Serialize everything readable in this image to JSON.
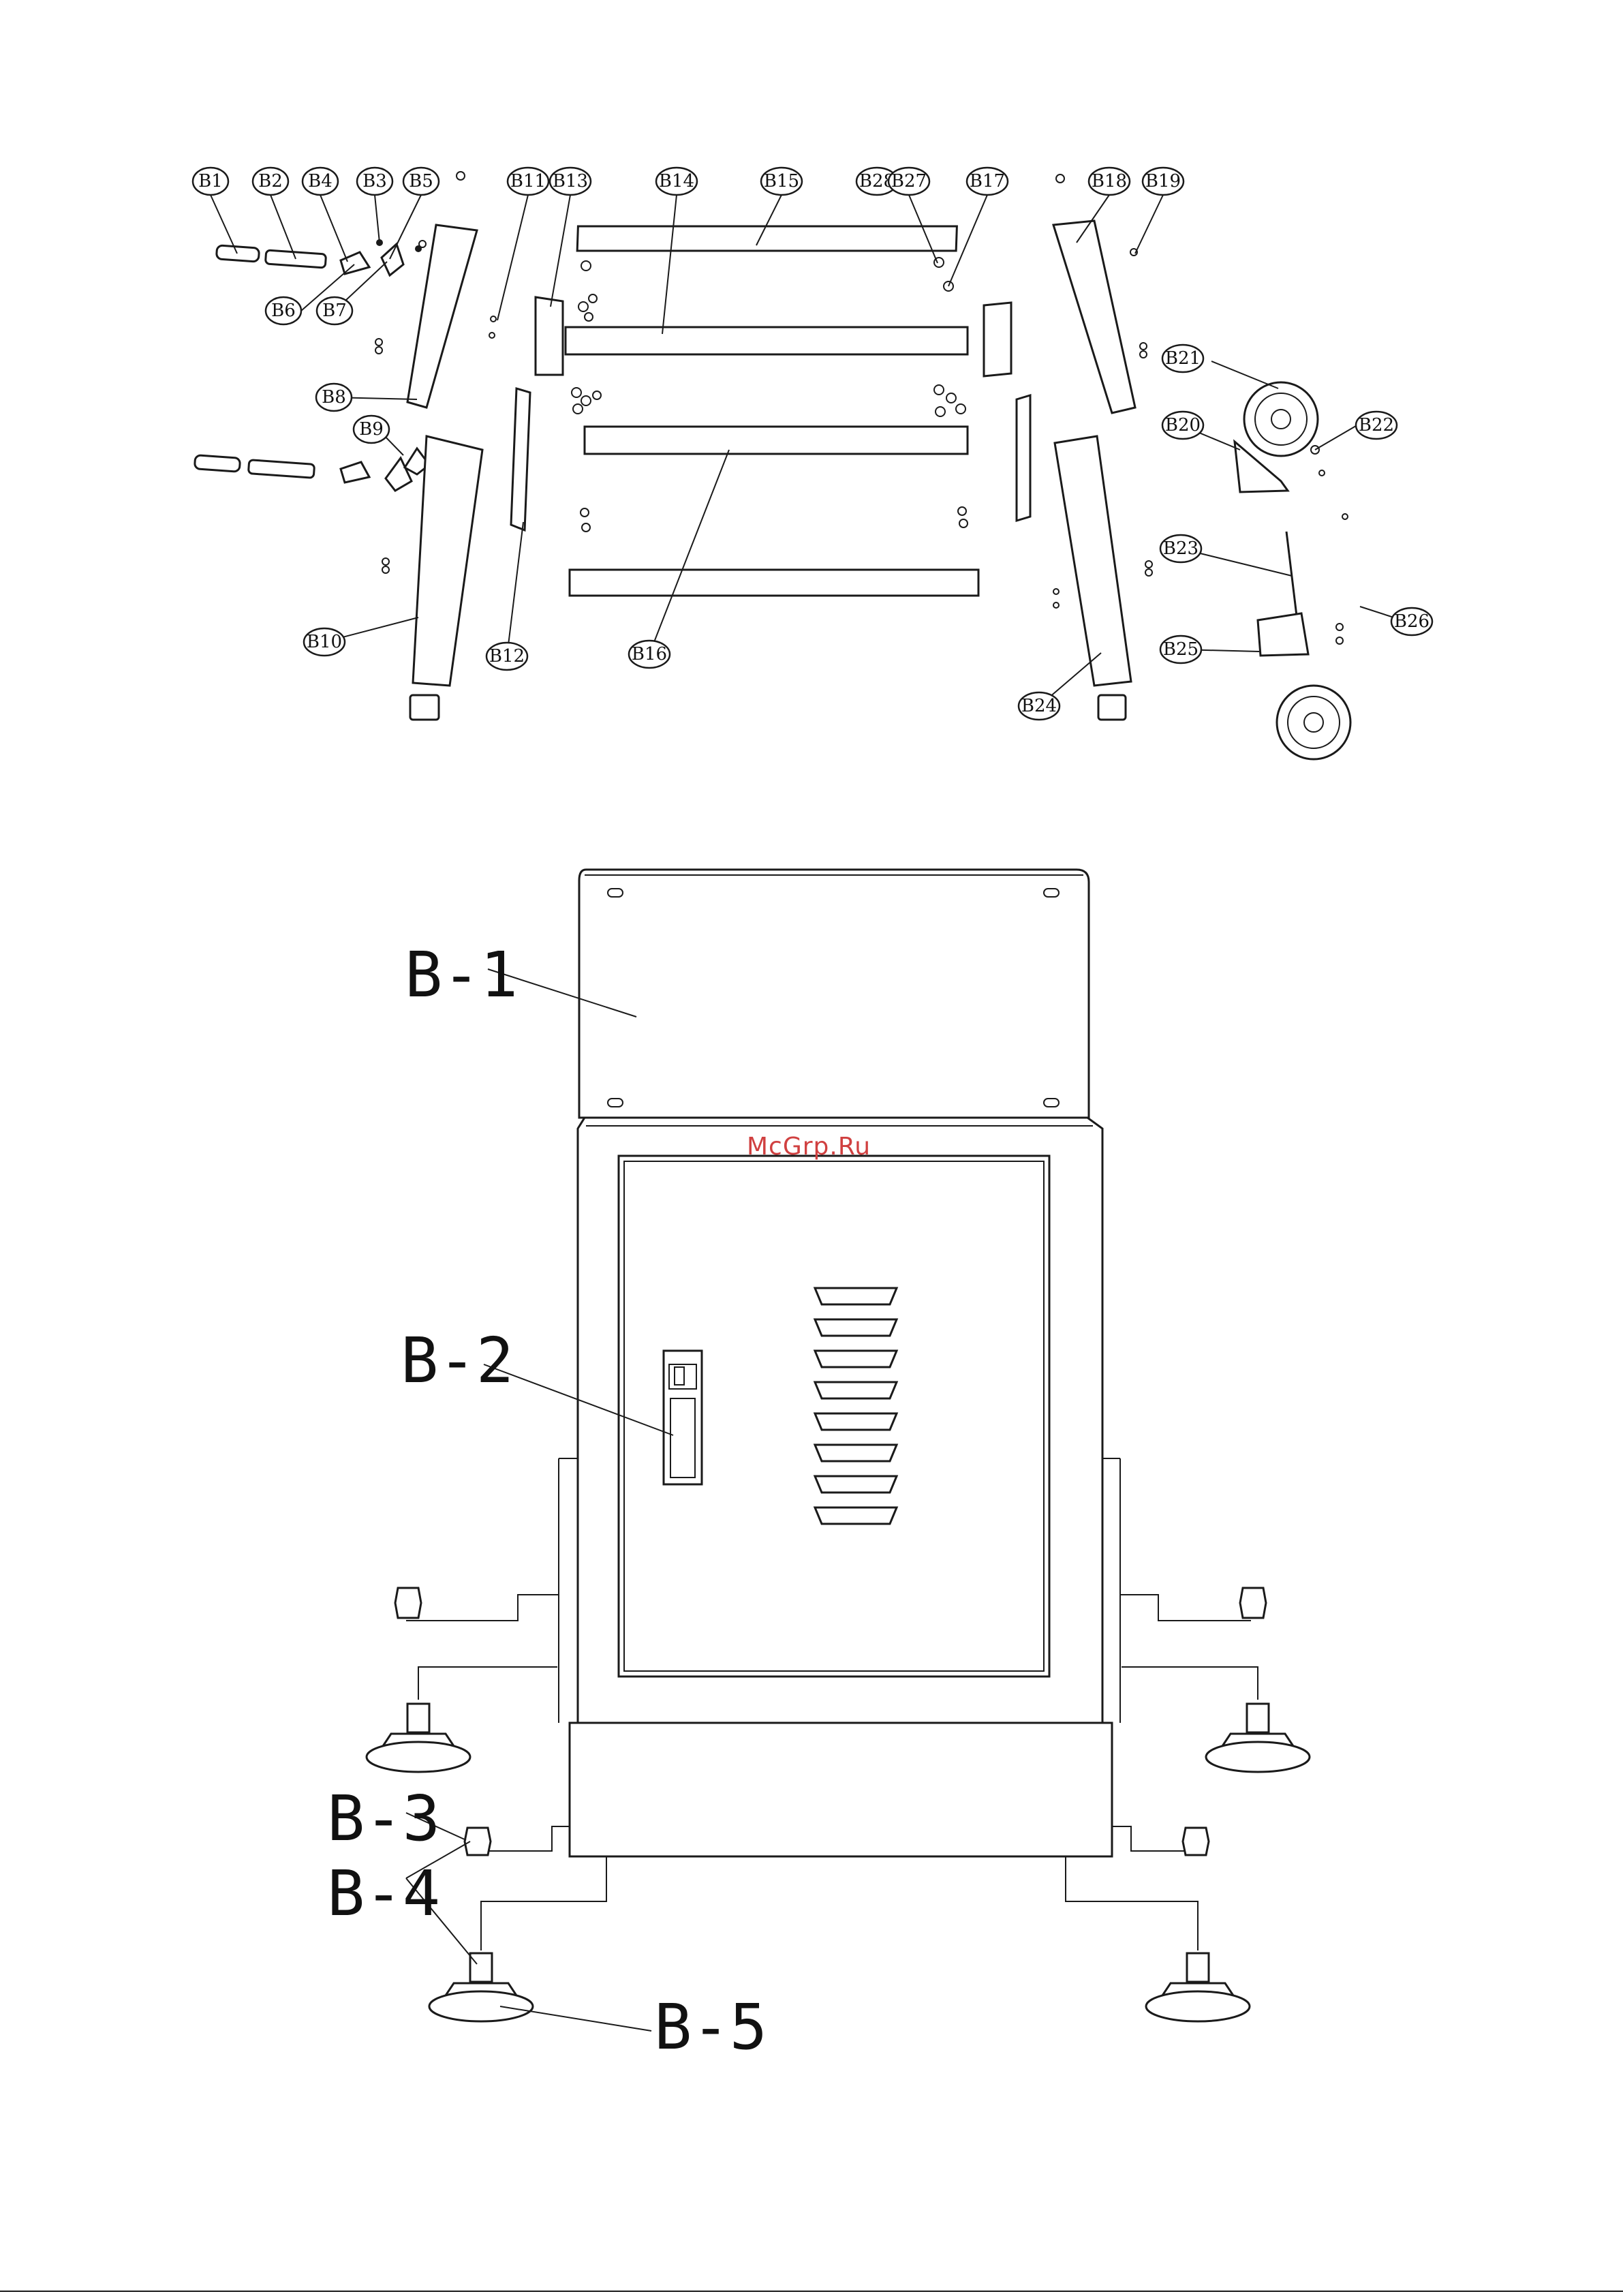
{
  "callouts": [
    "B1",
    "B2",
    "B4",
    "B3",
    "B5",
    "B11",
    "B13",
    "B14",
    "B15",
    "B28",
    "B27",
    "B17",
    "B18",
    "B19",
    "B6",
    "B7",
    "B8",
    "B9",
    "B10",
    "B12",
    "B16",
    "B21",
    "B20",
    "B22",
    "B23",
    "B26",
    "B25",
    "B24"
  ],
  "labels": [
    "B-1",
    "B-2",
    "B-3",
    "B-4",
    "B-5"
  ],
  "watermark": {
    "text": "McGrp.Ru",
    "color": "#d04040"
  }
}
